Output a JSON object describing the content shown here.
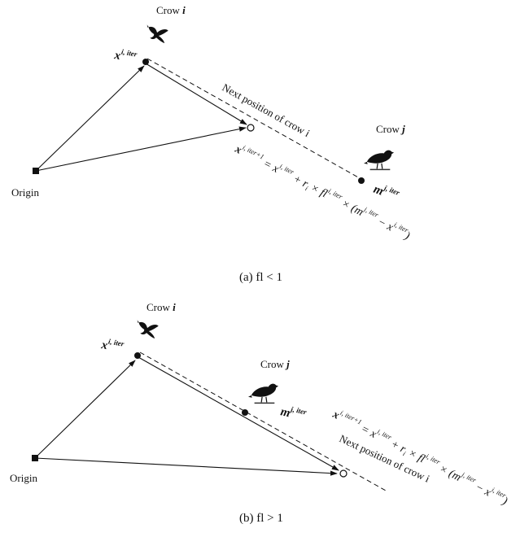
{
  "panel_a": {
    "crow_i": {
      "label": "Crow ",
      "letter": "i"
    },
    "crow_j": {
      "label": "Crow ",
      "letter": "j"
    },
    "pos_i": {
      "sym": "x",
      "sup": "i, iter"
    },
    "pos_j": {
      "sym": "m",
      "sup": "j, iter"
    },
    "origin": "Origin",
    "next_position": "Next position of crow i",
    "equation": {
      "lhs": "x",
      "lhs_sup": "i, iter+1",
      "eq": " = x",
      "sup1": "i, iter",
      "p1": " + r",
      "sub": "i",
      "p2": " × fl",
      "sup2": "i, iter",
      "p3": " × (m",
      "sup3": "j, iter",
      "p4": " − x",
      "sup4": "i, iter",
      "p5": ")"
    },
    "caption": "(a) fl < 1"
  },
  "panel_b": {
    "crow_i": {
      "label": "Crow ",
      "letter": "i"
    },
    "crow_j": {
      "label": "Crow ",
      "letter": "j"
    },
    "pos_i": {
      "sym": "x",
      "sup": "i, iter"
    },
    "pos_j": {
      "sym": "m",
      "sup": "j, iter"
    },
    "origin": "Origin",
    "next_position": "Next position of crow i",
    "equation": {
      "lhs": "x",
      "lhs_sup": "i, iter+1",
      "eq": " = x",
      "sup1": "i, iter",
      "p1": " + r",
      "sub": "i",
      "p2": " × fl",
      "sup2": "i, iter",
      "p3": " × (m",
      "sup3": "j, iter",
      "p4": " − x",
      "sup4": "i, iter",
      "p5": ")"
    },
    "caption": "(b) fl > 1"
  },
  "icons": {
    "flying_crow": "flying-crow-icon",
    "perched_crow": "perched-crow-icon"
  }
}
